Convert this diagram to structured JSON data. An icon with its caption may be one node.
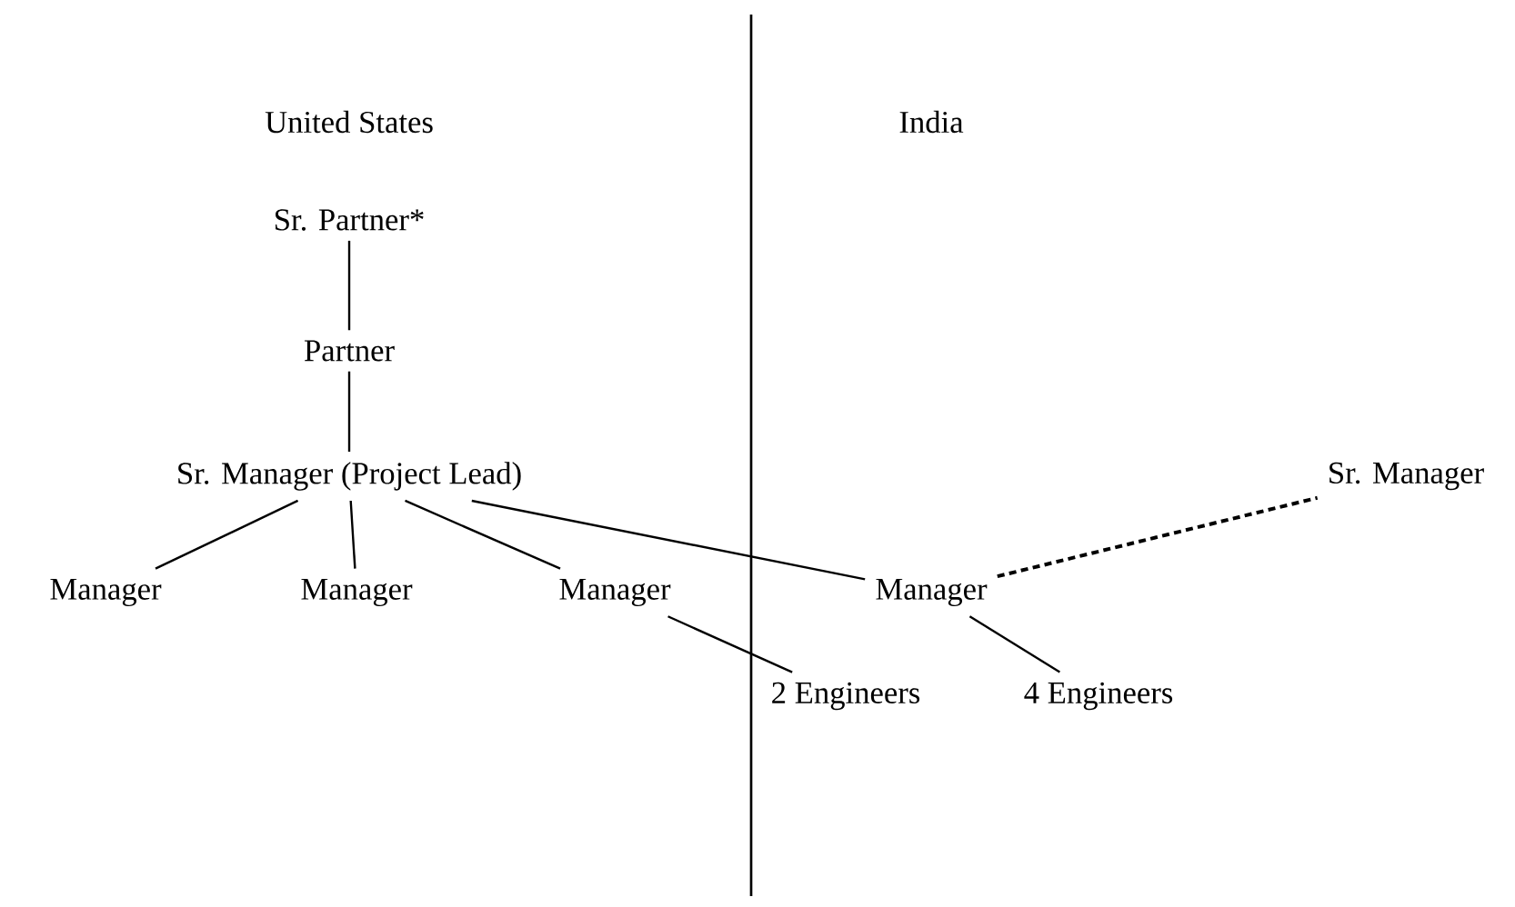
{
  "diagram": {
    "nodes": [
      {
        "text": [
          "Sr. Partner*"
        ]
      },
      {
        "text": [
          "Partner"
        ]
      },
      {
        "text": [
          "Sr. Manager (Project Lead)"
        ]
      },
      {
        "text": [
          "Sr. Manager"
        ]
      },
      {
        "text": [
          "Manager"
        ]
      },
      {
        "text": [
          "Manager"
        ]
      },
      {
        "text": [
          "Manager"
        ]
      },
      {
        "text": [
          "Manager"
        ]
      },
      {
        "text": [
          "2 Engineers"
        ]
      },
      {
        "text": [
          "4 Engineers"
        ]
      }
    ],
    "edges": [
      {
        "from": 0,
        "to": 1,
        "arrow": "none"
      },
      {
        "from": 1,
        "to": 2,
        "arrow": "none"
      },
      {
        "from": 2,
        "to": 4,
        "arrow": "none"
      },
      {
        "from": 2,
        "to": 5,
        "arrow": "none"
      },
      {
        "from": 2,
        "to": 6,
        "arrow": "none"
      },
      {
        "from": 2,
        "to": 7,
        "arrow": "none"
      },
      {
        "from": 7,
        "to": 3,
        "arrow": "none",
        "style": "dashed"
      },
      {
        "from": 6,
        "to": 8,
        "arrow": "none"
      },
      {
        "from": 7,
        "to": 9,
        "arrow": "none"
      }
    ],
    "labels": [
      "United States",
      "India"
    ]
  }
}
